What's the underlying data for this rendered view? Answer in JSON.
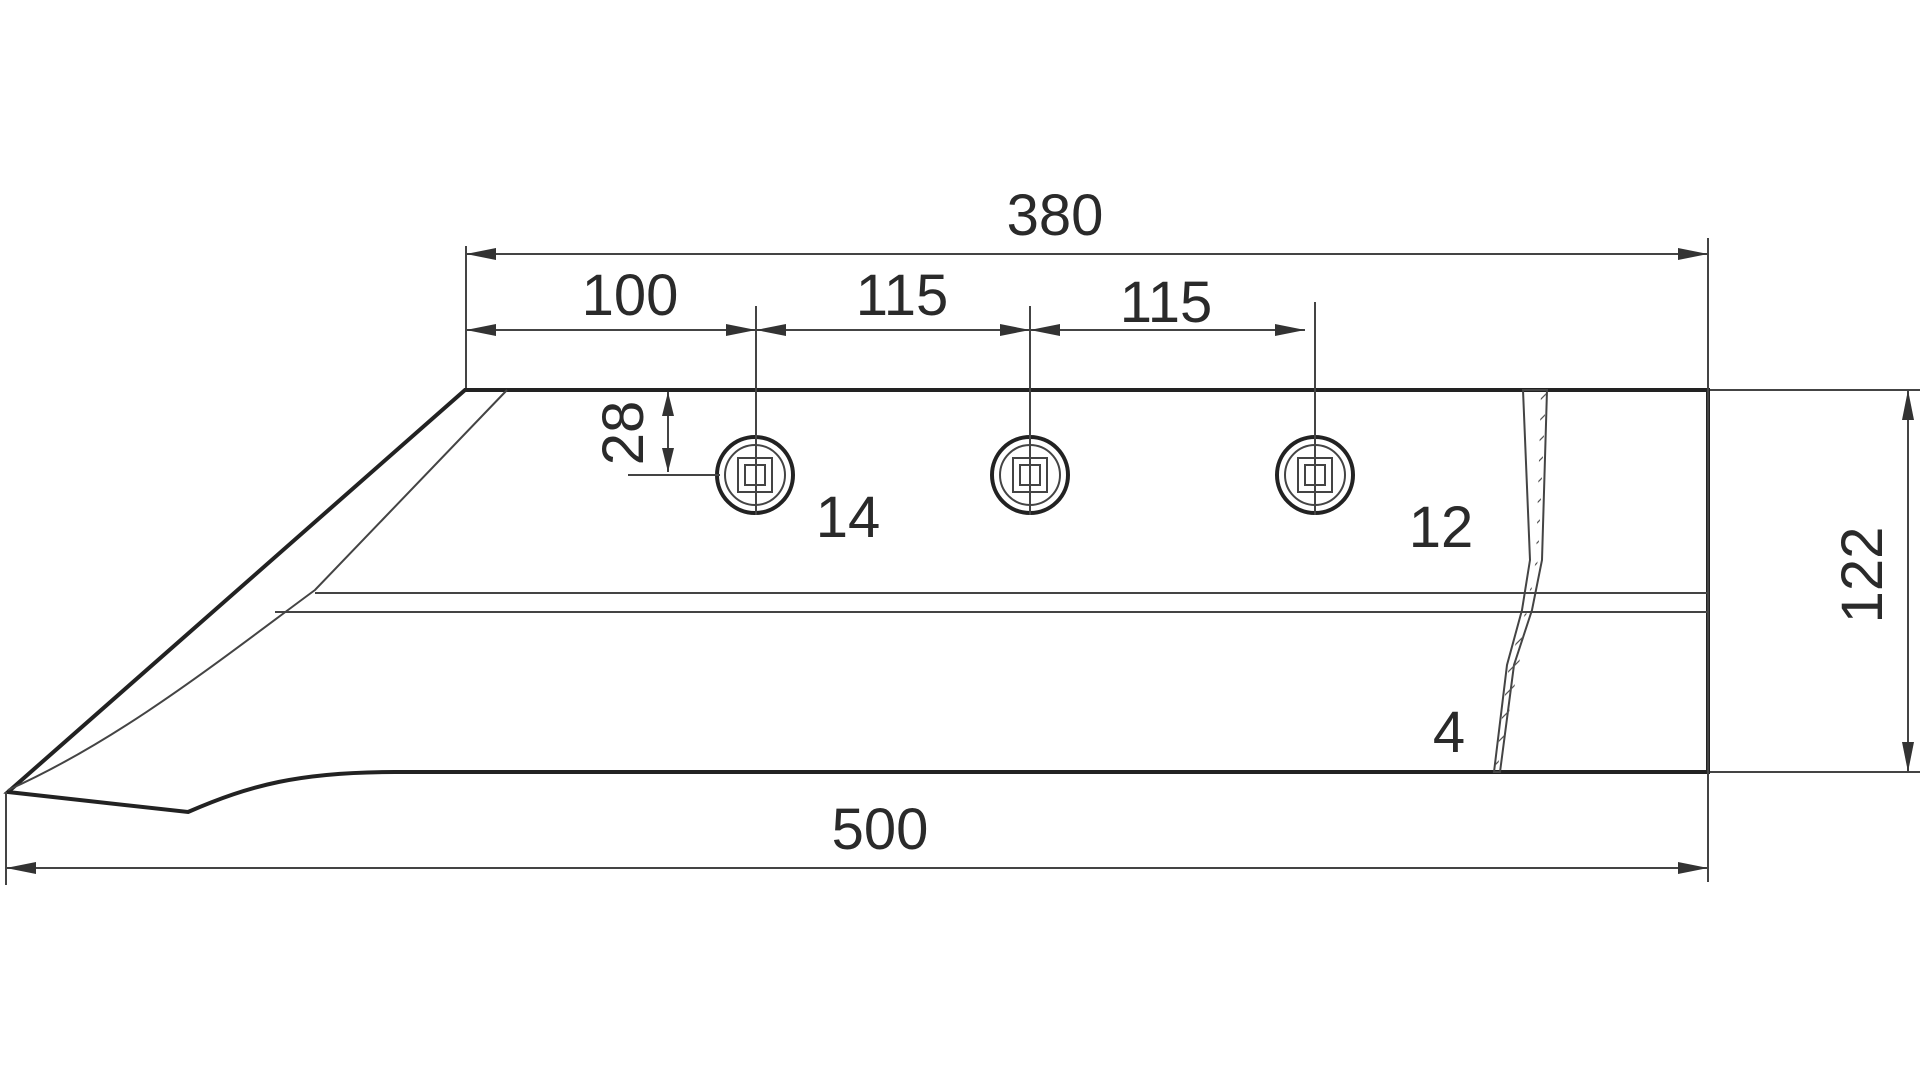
{
  "drawing": {
    "dimensions": {
      "overall_length": "500",
      "mounting_length": "380",
      "hole_offset": "100",
      "hole_spacing_1": "115",
      "hole_spacing_2": "115",
      "height": "122",
      "hole_edge_distance": "28"
    },
    "callouts": {
      "hole_diameter": "14",
      "thickness": "12",
      "edge_thickness": "4"
    }
  }
}
